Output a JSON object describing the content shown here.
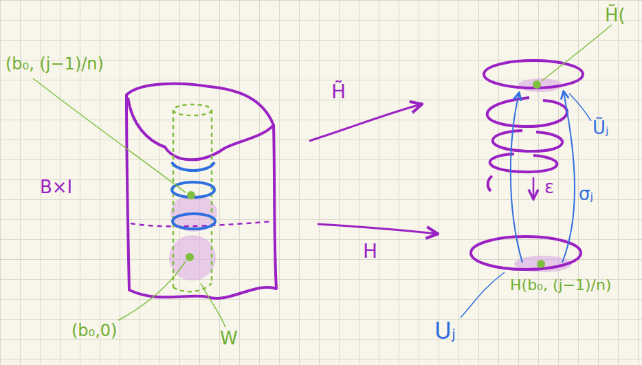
{
  "diagram": {
    "labels": [
      "(b₀, (j−1)/n)",
      "B×I",
      "(b₀,0)",
      "W",
      "H̃",
      "H",
      "H̃(",
      "Ũⱼ",
      "σⱼ",
      "ε",
      "Uⱼ",
      "H(b₀, (j−1)/n)"
    ]
  }
}
